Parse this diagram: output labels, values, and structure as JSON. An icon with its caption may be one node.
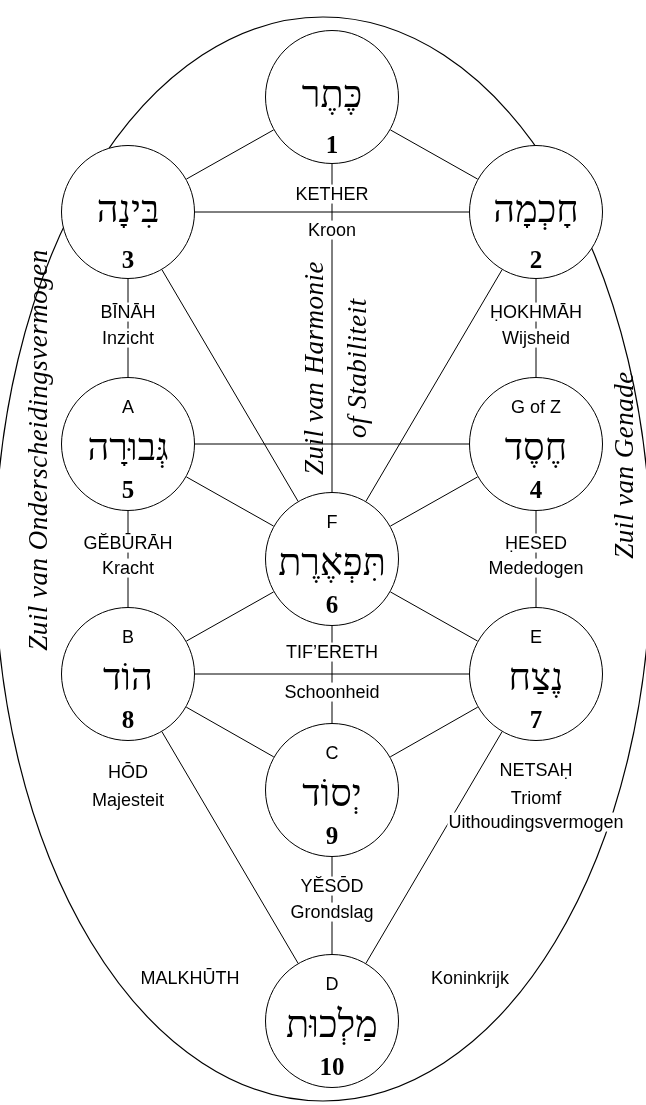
{
  "diagram": {
    "nodes": [
      {
        "text": [
          "Zuil van Onderscheidingsvermogen",
          "Zuil van Harmonie of Stabiliteit",
          "Zuil van Genade"
        ]
      },
      {
        "text": [
          "כֶּתֶר",
          "1"
        ],
        "beside": [
          "KETHER",
          "Kroon"
        ],
        "in": 0
      },
      {
        "text": [
          "בִּינָה",
          "3"
        ],
        "beside": [
          "BĪNĀH",
          "Inzicht"
        ],
        "in": 0
      },
      {
        "text": [
          "חָכְמָה",
          "2"
        ],
        "beside": [
          "ḤOKHMĀH",
          "Wijsheid"
        ],
        "in": 0
      },
      {
        "text": [
          "A",
          "גְּבוּרָה",
          "5"
        ],
        "beside": [
          "GĔBŪRĀH",
          "Kracht"
        ],
        "in": 0
      },
      {
        "text": [
          "G of Z",
          "חֶסֶד",
          "4"
        ],
        "beside": [
          "ḤESED",
          "Mededogen"
        ],
        "in": 0
      },
      {
        "text": [
          "F",
          "תִּפְאֶרֶת",
          "6"
        ],
        "beside": [
          "TIF’ERETH",
          "Schoonheid"
        ],
        "in": 0
      },
      {
        "text": [
          "B",
          "הוֹד",
          "8"
        ],
        "beside": [
          "HŌD",
          "Majesteit"
        ],
        "in": 0
      },
      {
        "text": [
          "E",
          "נֶצַח",
          "7"
        ],
        "beside": [
          "NETSAḤ",
          "Triomf",
          "Uithoudingsvermogen"
        ],
        "in": 0
      },
      {
        "text": [
          "C",
          "יְסוֹד",
          "9"
        ],
        "beside": [
          "YĔSŌD",
          "Grondslag"
        ],
        "in": 0
      },
      {
        "text": [
          "D",
          "מַלְכוּת",
          "10"
        ],
        "beside": [
          "MALKHŪTH",
          "Koninkrijk"
        ],
        "in": 0
      }
    ],
    "edges": [
      {
        "from": 1,
        "to": 2,
        "arrow": "none"
      },
      {
        "from": 1,
        "to": 3,
        "arrow": "none"
      },
      {
        "from": 1,
        "to": 6,
        "arrow": "none"
      },
      {
        "from": 2,
        "to": 3,
        "arrow": "none"
      },
      {
        "from": 2,
        "to": 4,
        "arrow": "none"
      },
      {
        "from": 2,
        "to": 6,
        "arrow": "none"
      },
      {
        "from": 3,
        "to": 5,
        "arrow": "none"
      },
      {
        "from": 3,
        "to": 6,
        "arrow": "none"
      },
      {
        "from": 4,
        "to": 5,
        "arrow": "none"
      },
      {
        "from": 4,
        "to": 6,
        "arrow": "none"
      },
      {
        "from": 5,
        "to": 6,
        "arrow": "none"
      },
      {
        "from": 4,
        "to": 7,
        "arrow": "none"
      },
      {
        "from": 5,
        "to": 8,
        "arrow": "none"
      },
      {
        "from": 6,
        "to": 7,
        "arrow": "none"
      },
      {
        "from": 6,
        "to": 8,
        "arrow": "none"
      },
      {
        "from": 6,
        "to": 9,
        "arrow": "none"
      },
      {
        "from": 7,
        "to": 8,
        "arrow": "none"
      },
      {
        "from": 7,
        "to": 9,
        "arrow": "none"
      },
      {
        "from": 8,
        "to": 9,
        "arrow": "none"
      },
      {
        "from": 7,
        "to": 10,
        "arrow": "none"
      },
      {
        "from": 8,
        "to": 10,
        "arrow": "none"
      },
      {
        "from": 9,
        "to": 10,
        "arrow": "none"
      }
    ]
  }
}
